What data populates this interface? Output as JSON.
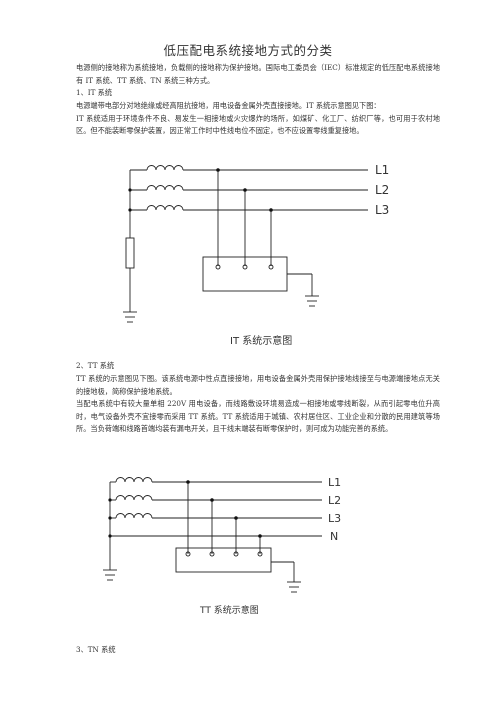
{
  "doc": {
    "title": "低压配电系统接地方式的分类",
    "intro": "电源侧的接地称为系统接地，负载侧的接地称为保护接地。国际电工委员会（IEC）标准规定的低压配电系统接地有 IT 系统、TT 系统、TN 系统三种方式。",
    "sec1_heading": "1、IT 系统",
    "sec1_p1": "电源端带电部分对地绝缘或经高阻抗接地，用电设备金属外壳直接接地。IT 系统示意图见下图：",
    "sec1_p2": "IT 系统适用于环境条件不良、易发生一相接地或火灾爆炸的场所，如煤矿、化工厂、纺织厂等，也可用于农村地区。但不能装断零保护装置，因正常工作时中性线电位不固定，也不应设置零线重复接地。",
    "fig1": {
      "labels": [
        "L1",
        "L2",
        "L3"
      ],
      "caption": "IT 系统示意图"
    },
    "sec2_heading": "2、TT 系统",
    "sec2_p1": "TT 系统的示意图见下图。该系统电源中性点直接接地，用电设备金属外壳用保护接地线接至与电源端接地点无关的接地极，简称保护接地系统。",
    "sec2_p2": "当配电系统中有较大量单相 220V 用电设备，而线路敷设环境易造成一相接地或零线断裂，从而引起零电位升高时，电气设备外壳不宜接零而采用 TT 系统。TT 系统适用于城镇、农村居住区、工业企业和分散的民用建筑等场所。当负荷端和线路首端均装有漏电开关，且干线末端装有断零保护时，则可成为功能完善的系统。",
    "fig2": {
      "labels": [
        "L1",
        "L2",
        "L3",
        "N"
      ],
      "caption": "TT 系统示意图"
    },
    "sec3_heading": "3、TN 系统"
  }
}
